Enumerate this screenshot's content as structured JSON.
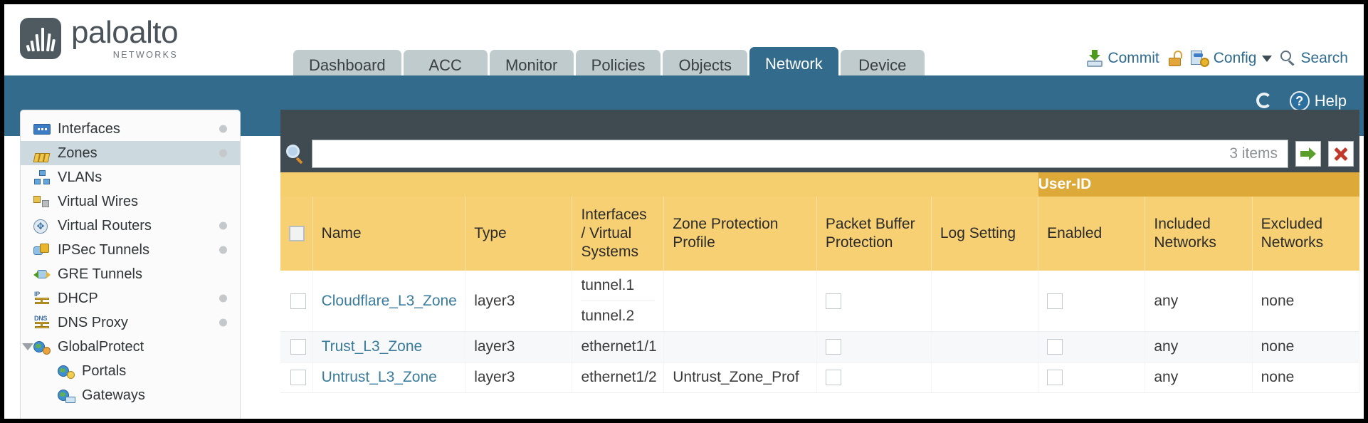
{
  "brand": {
    "name": "paloalto",
    "tagline": "NETWORKS",
    "registered": "®"
  },
  "nav": {
    "tabs": [
      {
        "label": "Dashboard",
        "active": false
      },
      {
        "label": "ACC",
        "active": false
      },
      {
        "label": "Monitor",
        "active": false
      },
      {
        "label": "Policies",
        "active": false
      },
      {
        "label": "Objects",
        "active": false
      },
      {
        "label": "Network",
        "active": true
      },
      {
        "label": "Device",
        "active": false
      }
    ]
  },
  "top_actions": {
    "commit": "Commit",
    "config": "Config",
    "search": "Search",
    "lock_icon": "padlock-unlocked-icon",
    "commit_icon": "commit-icon",
    "config_icon": "config-key-icon",
    "search_icon": "search-icon",
    "caret_icon": "chevron-down-icon"
  },
  "banner": {
    "refresh_icon": "refresh-icon",
    "help_label": "Help",
    "help_icon": "help-question-icon"
  },
  "sidebar": {
    "items": [
      {
        "label": "Interfaces",
        "icon": "interfaces-icon",
        "dot": true,
        "selected": false,
        "child": false,
        "expander": false
      },
      {
        "label": "Zones",
        "icon": "zones-icon",
        "dot": true,
        "selected": true,
        "child": false,
        "expander": false
      },
      {
        "label": "VLANs",
        "icon": "vlans-icon",
        "dot": false,
        "selected": false,
        "child": false,
        "expander": false
      },
      {
        "label": "Virtual Wires",
        "icon": "virtual-wires-icon",
        "dot": false,
        "selected": false,
        "child": false,
        "expander": false
      },
      {
        "label": "Virtual Routers",
        "icon": "virtual-routers-icon",
        "dot": true,
        "selected": false,
        "child": false,
        "expander": false
      },
      {
        "label": "IPSec Tunnels",
        "icon": "ipsec-tunnels-icon",
        "dot": true,
        "selected": false,
        "child": false,
        "expander": false
      },
      {
        "label": "GRE Tunnels",
        "icon": "gre-tunnels-icon",
        "dot": false,
        "selected": false,
        "child": false,
        "expander": false
      },
      {
        "label": "DHCP",
        "icon": "dhcp-icon",
        "dot": true,
        "selected": false,
        "child": false,
        "expander": false
      },
      {
        "label": "DNS Proxy",
        "icon": "dns-proxy-icon",
        "dot": true,
        "selected": false,
        "child": false,
        "expander": false
      },
      {
        "label": "GlobalProtect",
        "icon": "globalprotect-icon",
        "dot": false,
        "selected": false,
        "child": false,
        "expander": true
      },
      {
        "label": "Portals",
        "icon": "portals-icon",
        "dot": false,
        "selected": false,
        "child": true,
        "expander": false
      },
      {
        "label": "Gateways",
        "icon": "gateways-icon",
        "dot": false,
        "selected": false,
        "child": true,
        "expander": false
      }
    ]
  },
  "search": {
    "value": "",
    "placeholder": "",
    "item_count": "3 items",
    "apply_icon": "apply-filter-arrow-icon",
    "clear_icon": "clear-filter-x-icon",
    "magnifier_icon": "search-icon"
  },
  "table": {
    "group_header": "User-ID",
    "columns": [
      "Name",
      "Type",
      "Interfaces / Virtual Systems",
      "Zone Protection Profile",
      "Packet Buffer Protection",
      "Log Setting",
      "Enabled",
      "Included Networks",
      "Excluded Networks"
    ],
    "rows": [
      {
        "checked": false,
        "name": "Cloudflare_L3_Zone",
        "type": "layer3",
        "interfaces": [
          "tunnel.1",
          "tunnel.2"
        ],
        "zone_protection_profile": "",
        "packet_buffer_protection": false,
        "log_setting": "",
        "userid_enabled": false,
        "included_networks": "any",
        "excluded_networks": "none"
      },
      {
        "checked": false,
        "name": "Trust_L3_Zone",
        "type": "layer3",
        "interfaces": [
          "ethernet1/1"
        ],
        "zone_protection_profile": "",
        "packet_buffer_protection": false,
        "log_setting": "",
        "userid_enabled": false,
        "included_networks": "any",
        "excluded_networks": "none"
      },
      {
        "checked": false,
        "name": "Untrust_L3_Zone",
        "type": "layer3",
        "interfaces": [
          "ethernet1/2"
        ],
        "zone_protection_profile": "Untrust_Zone_Prof",
        "packet_buffer_protection": false,
        "log_setting": "",
        "userid_enabled": false,
        "included_networks": "any",
        "excluded_networks": "none"
      }
    ]
  },
  "colors": {
    "banner": "#336b8c",
    "active_tab": "#336b8c",
    "tab": "#bfcbcd",
    "header_amber": "#f7d073",
    "group_amber": "#dda938",
    "link": "#3a7b9c",
    "sidebar_selected": "#ccd9de"
  }
}
